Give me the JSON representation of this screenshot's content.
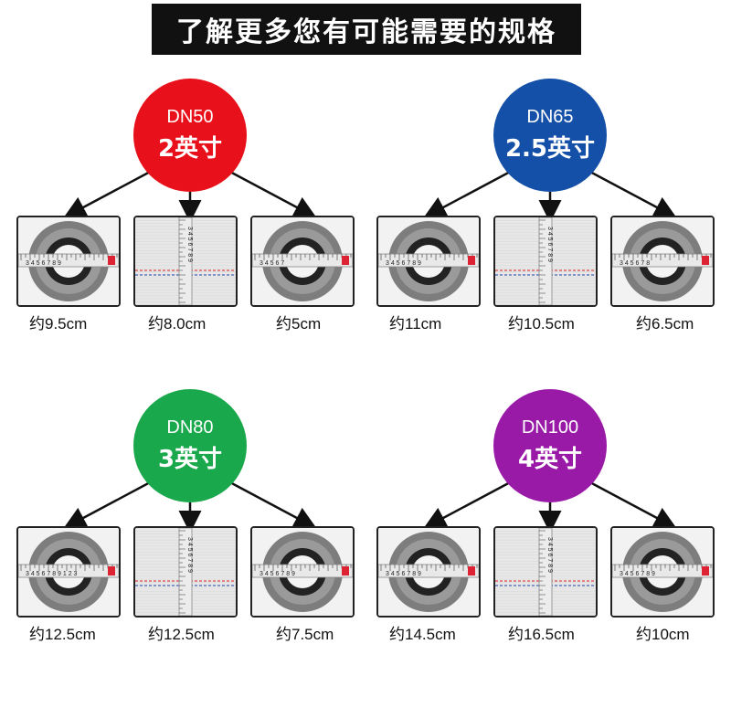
{
  "header": {
    "title": "了解更多您有可能需要的规格"
  },
  "groups": [
    {
      "dn": "DN50",
      "inch": "2英寸",
      "color": "#e8101a",
      "items": [
        {
          "kind": "ring",
          "ruler": "3 4 5 6 7 8 9",
          "caption": "约9.5cm"
        },
        {
          "kind": "hose",
          "ruler": "3 4 5 6 7 8 9",
          "caption": "约8.0cm"
        },
        {
          "kind": "ring",
          "ruler": "3 4 5 6 7",
          "caption": "约5cm"
        }
      ]
    },
    {
      "dn": "DN65",
      "inch": "2.5英寸",
      "color": "#1450a8",
      "items": [
        {
          "kind": "ring",
          "ruler": "3 4 5 6 7 8 9",
          "caption": "约11cm"
        },
        {
          "kind": "hose",
          "ruler": "3 4 5 6 7 8 9",
          "caption": "约10.5cm"
        },
        {
          "kind": "ring",
          "ruler": "3 4 5 6 7 8",
          "caption": "约6.5cm"
        }
      ]
    },
    {
      "dn": "DN80",
      "inch": "3英寸",
      "color": "#1aa84c",
      "items": [
        {
          "kind": "ring",
          "ruler": "3 4 5 6 7 8 9 1 2 3",
          "caption": "约12.5cm"
        },
        {
          "kind": "hose",
          "ruler": "3 4 5 6 7 8 9",
          "caption": "约12.5cm"
        },
        {
          "kind": "ring",
          "ruler": "3 4 5 6 7 8 9",
          "caption": "约7.5cm"
        }
      ]
    },
    {
      "dn": "DN100",
      "inch": "4英寸",
      "color": "#9a1aa8",
      "items": [
        {
          "kind": "ring",
          "ruler": "3 4 5 6 7 8 9",
          "caption": "约14.5cm"
        },
        {
          "kind": "hose",
          "ruler": "3 4 5 6 7 8 9",
          "caption": "约16.5cm"
        },
        {
          "kind": "ring",
          "ruler": "3 4 5 6 7 8 9",
          "caption": "约10cm"
        }
      ]
    }
  ]
}
